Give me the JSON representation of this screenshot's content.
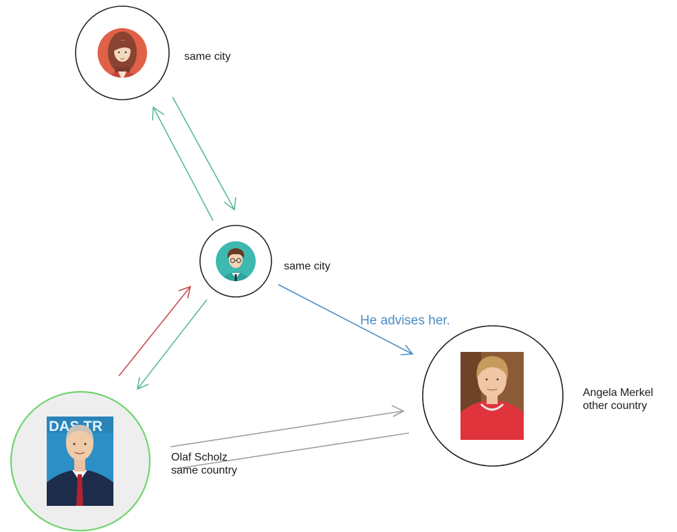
{
  "nodes": {
    "woman": {
      "label": "same city",
      "icon": "woman-avatar-icon"
    },
    "man": {
      "label": "same city",
      "icon": "man-avatar-icon"
    },
    "merkel": {
      "name": "Angela Merkel",
      "relation": "other country",
      "icon": "merkel-portrait"
    },
    "scholz": {
      "name": "Olaf Scholz",
      "relation": "same country",
      "poster_text": "DAS TR",
      "icon": "scholz-portrait"
    }
  },
  "edges": {
    "man_to_merkel": {
      "label": "He advises her.",
      "color": "#4a8cc6"
    },
    "woman_man_color": "#59b89a",
    "scholz_to_man_color": "#c8464e",
    "scholz_merkel_color": "#9e9e9e",
    "scholz_ring_color": "#6fd46f"
  }
}
